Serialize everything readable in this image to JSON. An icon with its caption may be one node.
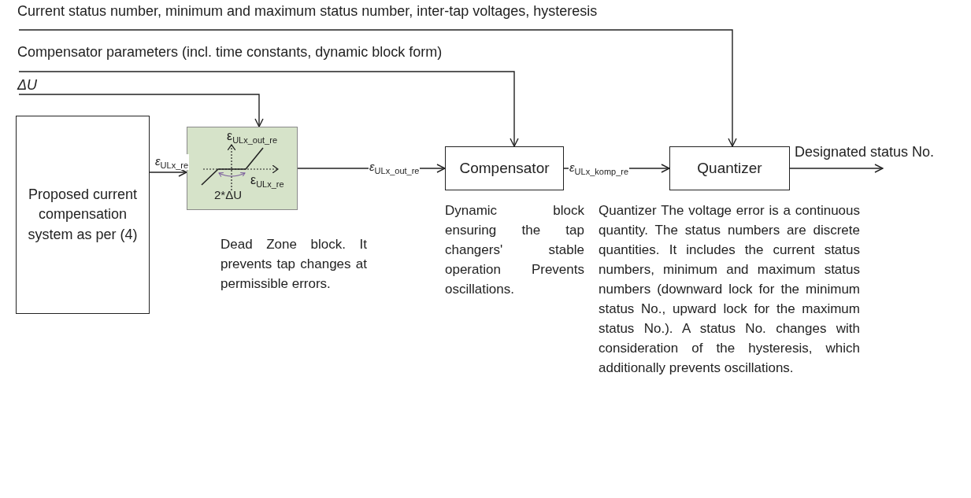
{
  "diagram": {
    "nodes": [
      {
        "text": [
          "Proposed current compensation system as per (4)"
        ]
      },
      {
        "text": [
          "ε$_{ULx_out_re}$",
          "ε$_{ULx_re}$",
          "2*ΔU"
        ],
        "beside": [
          "Dead Zone block. It prevents tap changes at permissible errors."
        ]
      },
      {
        "text": [
          "Compensator"
        ],
        "beside": [
          "Dynamic block ensuring the tap changers' stable operation Prevents oscillations."
        ]
      },
      {
        "text": [
          "Quantizer"
        ],
        "beside": [
          "Quantizer The voltage error is a continuous quantity. The status numbers are discrete quantities. It includes the current status numbers, minimum and maximum status numbers (downward lock for the minimum status No., upward lock for the maximum status No.). A status No. changes with consideration of the hysteresis, which additionally prevents oscillations."
        ]
      },
      {
        "text": [
          "Current status number, minimum and maximum status number, inter-tap voltages, hysteresis"
        ]
      },
      {
        "text": [
          "Compensator parameters (incl. time constants, dynamic block form)"
        ]
      },
      {
        "text": [
          "ΔU"
        ]
      }
    ],
    "edges": [
      {
        "from": 0,
        "to": 1,
        "arrow": "to",
        "label": "*ε*$_{ULx_re}$"
      },
      {
        "from": 1,
        "to": 2,
        "arrow": "to",
        "label": "*ε*$_{ULx_out_re}$"
      },
      {
        "from": 2,
        "to": 3,
        "arrow": "to",
        "label": "*ε*$_{ULx_komp_re}$"
      },
      {
        "from": 4,
        "to": 3,
        "arrow": "to"
      },
      {
        "from": 5,
        "to": 2,
        "arrow": "to"
      },
      {
        "from": 6,
        "to": 1,
        "arrow": "to"
      },
      {
        "from": 3,
        "to": null,
        "arrow": "to",
        "label": "Designated status No."
      }
    ]
  }
}
